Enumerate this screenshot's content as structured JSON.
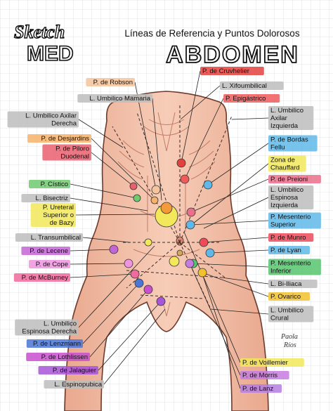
{
  "brand": {
    "line1": "Sketch",
    "line2": "MED"
  },
  "title": {
    "subtitle": "Líneas de Referencia y Puntos Dolorosos",
    "main": "ABDOMEN"
  },
  "signature": {
    "line1": "Paola",
    "line2": "Ríos"
  },
  "labels": [
    {
      "id": "robson",
      "lines": [
        "P. de Robson"
      ],
      "color": "#f5c49c"
    },
    {
      "id": "umbilico-mamaria",
      "lines": [
        "L. Umbilico Mamaria"
      ],
      "color": "#bdbdbd"
    },
    {
      "id": "umbilico-axilar-der",
      "lines": [
        "L. Umbilico Axilar",
        "Derecha"
      ],
      "color": "#bdbdbd"
    },
    {
      "id": "desjardins",
      "lines": [
        "P. de Desjardins"
      ],
      "color": "#f6b26b"
    },
    {
      "id": "piloro",
      "lines": [
        "P. de Piloro",
        "Duodenal"
      ],
      "color": "#ea5f6e"
    },
    {
      "id": "cistico",
      "lines": [
        "P. Cístico"
      ],
      "color": "#6ecb6e"
    },
    {
      "id": "bisectriz",
      "lines": [
        "L. Bisectriz"
      ],
      "color": "#bdbdbd"
    },
    {
      "id": "ureteral-sup",
      "lines": [
        "P. Ureteral",
        "Superior o",
        "de Bazy"
      ],
      "color": "#f2e85a"
    },
    {
      "id": "transumbilical",
      "lines": [
        "L. Transumbilical"
      ],
      "color": "#bdbdbd"
    },
    {
      "id": "lecene",
      "lines": [
        "P. de Lecene"
      ],
      "color": "#c465d6"
    },
    {
      "id": "cope",
      "lines": [
        "P. de Cope"
      ],
      "color": "#f093e0"
    },
    {
      "id": "mcburney",
      "lines": [
        "P. de McBurney"
      ],
      "color": "#ef6a9e"
    },
    {
      "id": "umbilico-espinosa-der",
      "lines": [
        "L. Umbilico",
        "Espinosa Derecha"
      ],
      "color": "#bdbdbd"
    },
    {
      "id": "lenzmann",
      "lines": [
        "P. de Lenzmann"
      ],
      "color": "#4a76d6"
    },
    {
      "id": "lothlissen",
      "lines": [
        "P. de Lothlissen"
      ],
      "color": "#c94fcf"
    },
    {
      "id": "jalaguier",
      "lines": [
        "P. de Jalaguier"
      ],
      "color": "#a855d8"
    },
    {
      "id": "espinopubica",
      "lines": [
        "L. Espinopubica"
      ],
      "color": "#bdbdbd"
    },
    {
      "id": "cruvhelier",
      "lines": [
        "P. de Cruvhelier"
      ],
      "color": "#e3413d"
    },
    {
      "id": "xifoumbilical",
      "lines": [
        "L. Xifoumbilical"
      ],
      "color": "#bdbdbd"
    },
    {
      "id": "epigastrico",
      "lines": [
        "P. Epigástrico"
      ],
      "color": "#ef5a5a"
    },
    {
      "id": "umbilico-axilar-izq",
      "lines": [
        "L. Umbilico",
        "Axilar",
        "Izquierda"
      ],
      "color": "#bdbdbd"
    },
    {
      "id": "bordas",
      "lines": [
        "P. de Bordas",
        "Fellu"
      ],
      "color": "#5fb8e8"
    },
    {
      "id": "chauffard",
      "lines": [
        "Zona de",
        "Chauffard"
      ],
      "color": "#f2e85a"
    },
    {
      "id": "preioni",
      "lines": [
        "P. de Preioni"
      ],
      "color": "#ea6f8a"
    },
    {
      "id": "umbilico-espinosa-izq",
      "lines": [
        "L. Umbilico",
        "Espinosa",
        "Izquierda"
      ],
      "color": "#bdbdbd"
    },
    {
      "id": "mesenterio-sup",
      "lines": [
        "P. Mesenterio",
        "Superior"
      ],
      "color": "#5fb8e8"
    },
    {
      "id": "munro",
      "lines": [
        "P. de Munro"
      ],
      "color": "#ee4a5a"
    },
    {
      "id": "lyan",
      "lines": [
        "P. de Lyan"
      ],
      "color": "#5fb8e8"
    },
    {
      "id": "mesenterio-inf",
      "lines": [
        "P. Mesenterio",
        "Inferior"
      ],
      "color": "#57c46e"
    },
    {
      "id": "bi-iliaca",
      "lines": [
        "L. Bi-Iliaca"
      ],
      "color": "#bdbdbd"
    },
    {
      "id": "ovarico",
      "lines": [
        "P. Ovarico"
      ],
      "color": "#f2c12e"
    },
    {
      "id": "umbilico-crural",
      "lines": [
        "L. Umbilico",
        "Crural"
      ],
      "color": "#bdbdbd"
    },
    {
      "id": "voillemier",
      "lines": [
        "P. de Voillemier"
      ],
      "color": "#f2e85a"
    },
    {
      "id": "morris",
      "lines": [
        "P. de Morris"
      ],
      "color": "#c67be0"
    },
    {
      "id": "lanz",
      "lines": [
        "P. de Lanz"
      ],
      "color": "#b57fe0"
    }
  ],
  "points": [
    {
      "color": "#e3413d"
    },
    {
      "color": "#ef5a5a"
    },
    {
      "color": "#ea5f6e"
    },
    {
      "color": "#f6b26b"
    },
    {
      "color": "#6ecb6e"
    },
    {
      "color": "#f5c49c"
    },
    {
      "color": "#f2e85a"
    },
    {
      "color": "#f39a3a"
    },
    {
      "color": "#5fb8e8"
    },
    {
      "color": "#ea6f8a"
    },
    {
      "color": "#5fb8e8"
    },
    {
      "color": "#ee4a5a"
    },
    {
      "color": "#c465d6"
    },
    {
      "color": "#f2e85a"
    },
    {
      "color": "#5fb8e8"
    },
    {
      "color": "#57c46e"
    },
    {
      "color": "#f093e0"
    },
    {
      "color": "#ef6a9e"
    },
    {
      "color": "#f2c12e"
    },
    {
      "color": "#4a76d6"
    },
    {
      "color": "#c94fcf"
    },
    {
      "color": "#a855d8"
    },
    {
      "color": "#f2e85a"
    },
    {
      "color": "#c67be0"
    },
    {
      "color": "#d6a85a"
    }
  ]
}
